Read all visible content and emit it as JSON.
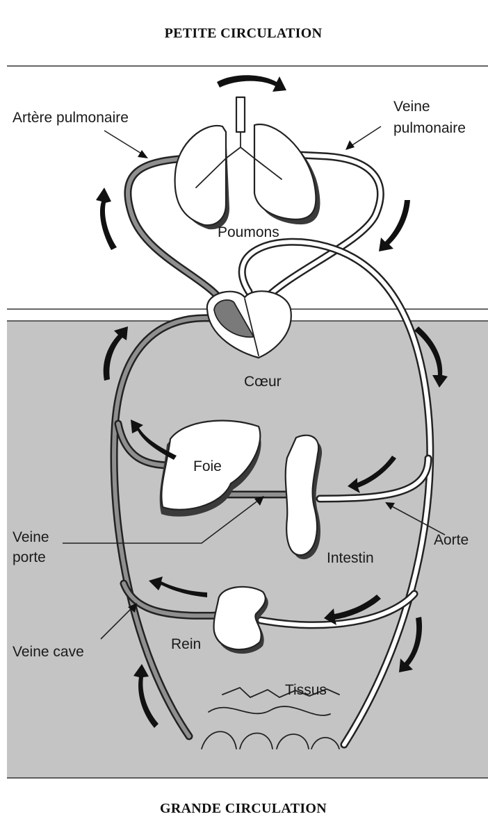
{
  "headings": {
    "top": "PETITE CIRCULATION",
    "bottom": "GRANDE CIRCULATION"
  },
  "labels": {
    "artere_pulmonaire": "Artère pulmonaire",
    "veine_pulmonaire_line1": "Veine",
    "veine_pulmonaire_line2": "pulmonaire",
    "poumons": "Poumons",
    "coeur": "Cœur",
    "foie": "Foie",
    "veine_porte_line1": "Veine",
    "veine_porte_line2": "porte",
    "intestin": "Intestin",
    "aorte": "Aorte",
    "veine_cave": "Veine cave",
    "rein": "Rein",
    "tissus": "Tissus"
  },
  "colors": {
    "grande_circulation_background": "#c4c4c4",
    "deoxygenated_blood": "#8f8f8f",
    "oxygenated_blood": "#ffffff",
    "outline": "#222222"
  }
}
